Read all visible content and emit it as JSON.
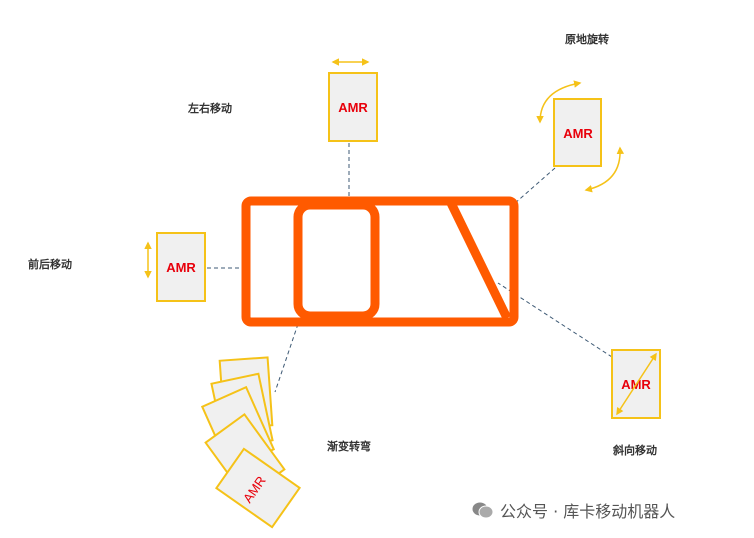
{
  "labels": {
    "left_right": "左右移动",
    "forward_backward": "前后移动",
    "rotate_in_place": "原地旋转",
    "diagonal": "斜向移动",
    "gradual_turn": "渐变转弯"
  },
  "amr_text": "AMR",
  "watermark": "公众号 · 库卡移动机器人",
  "colors": {
    "track": "#FF5A00",
    "amr_border": "#F5C218",
    "amr_fill": "#F0F0F0",
    "amr_text": "#E8000B",
    "dash": "#3E5A75"
  }
}
